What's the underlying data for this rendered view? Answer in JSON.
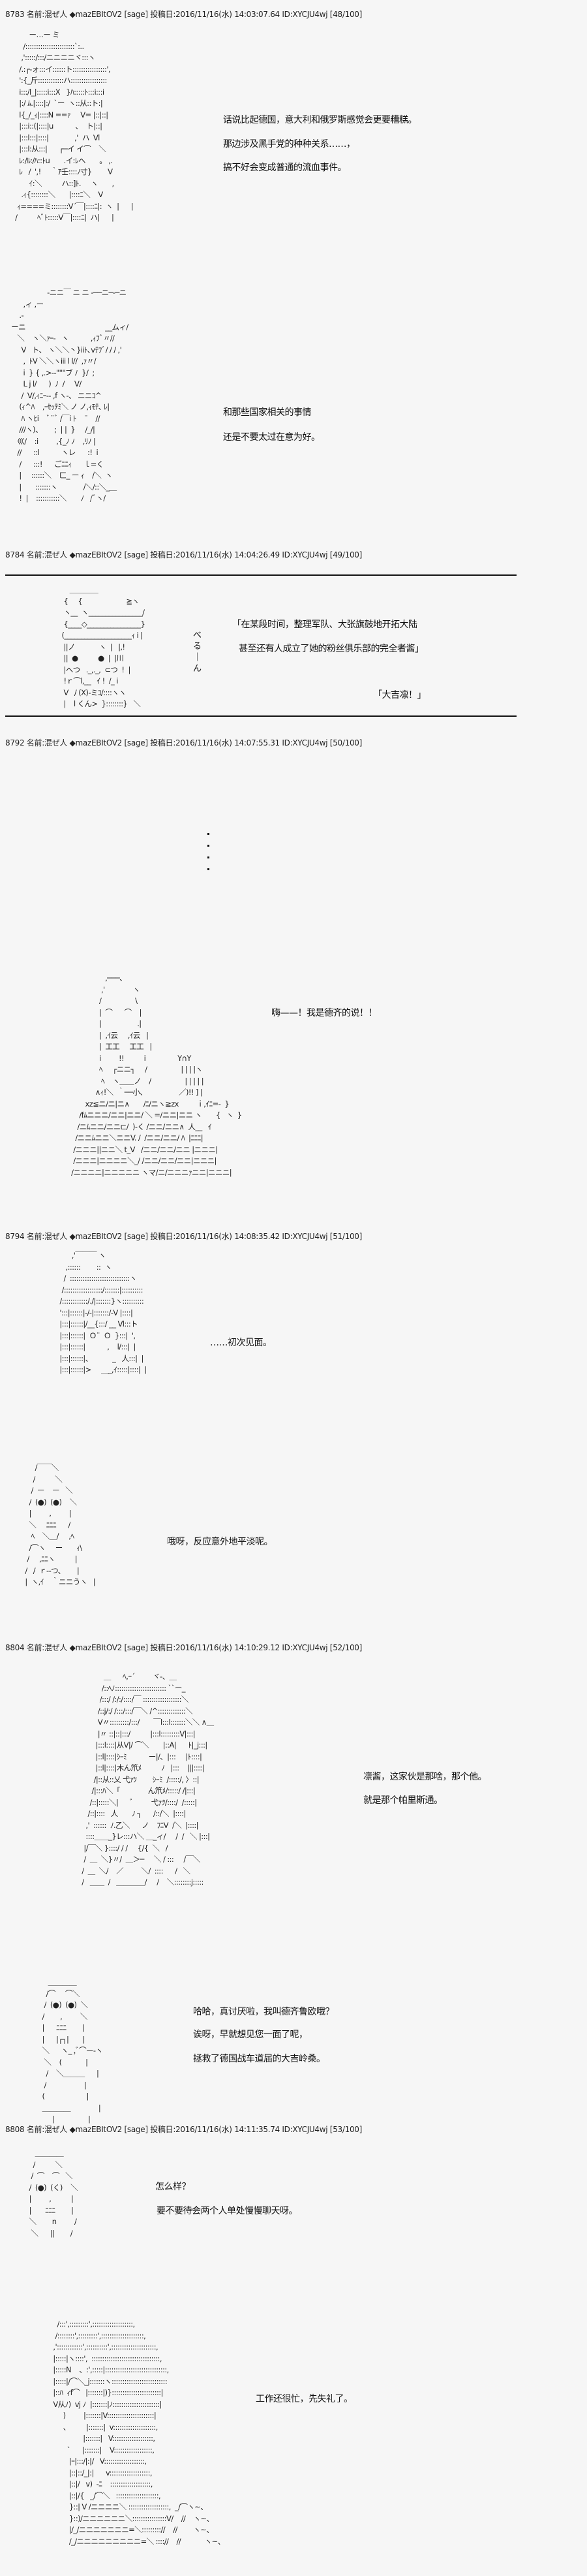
{
  "posts": [
    {
      "header": "8783 名前:混ぜ人 ◆mazEBItOV2 [sage] 投稿日:2016/11/16(水) 14:03:07.64 ID:XYCJU4wj [48/100]",
      "lines_a": [
        "话说比起德国，意大利和俄罗斯感觉会更要糟糕。",
        "那边涉及黑手党的种种关系……，",
        "搞不好会变成普通的流血事件。"
      ],
      "lines_b": [
        "和那些国家相关的事情",
        "还是不要太过在意为好。"
      ]
    },
    {
      "header": "8784 名前:混ぜ人 ◆mazEBItOV2 [sage] 投稿日:2016/11/16(水) 14:04:26.49 ID:XYCJU4wj [49/100]",
      "sfx": "べる｜ん",
      "lines": [
        "「在某段时间，整理军队、大张旗鼓地开拓大陆",
        "甚至还有人成立了她的粉丝俱乐部的完全者酱」",
        "「大吉凛！」"
      ]
    },
    {
      "header": "8792 名前:混ぜ人 ◆mazEBItOV2 [sage] 投稿日:2016/11/16(水) 14:07:55.31 ID:XYCJU4wj [50/100]",
      "lines": [
        "嗨——！我是德齐的说！！"
      ]
    },
    {
      "header": "8794 名前:混ぜ人 ◆mazEBItOV2 [sage] 投稿日:2016/11/16(水) 14:08:35.42 ID:XYCJU4wj [51/100]",
      "lines_a": [
        "……初次见面。"
      ],
      "lines_b": [
        "哦呀，反应意外地平淡呢。"
      ]
    },
    {
      "header": "8804 名前:混ぜ人 ◆mazEBItOV2 [sage] 投稿日:2016/11/16(水) 14:10:29.12 ID:XYCJU4wj [52/100]",
      "lines_a": [
        "凛酱，这家伙是那啥，那个他。",
        "就是那个帕里斯通。"
      ],
      "lines_b": [
        "哈哈，真讨厌啦，我叫德齐鲁欧哦？",
        "诶呀，早就想见您一面了呢，",
        "拯救了德国战车道届的大吉岭桑。"
      ]
    },
    {
      "header": "8808 名前:混ぜ人 ◆mazEBItOV2 [sage] 投稿日:2016/11/16(水) 14:11:35.74 ID:XYCJU4wj [53/100]",
      "lines_a": [
        "怎么样？",
        "要不要待会两个人单处慢慢聊天呀。"
      ],
      "lines_b": [
        "工作还很忙，先失礼了。"
      ]
    }
  ],
  "ascii_art": {
    "fig1": "          ー…ー ミ\n       /:::::::::::::::::::::::`:..\n      ,':::::/:::/ニニニニヾ:::ヽ\n     /.:┌‐ォ:::イ::::::ト::::::::::::::::',\n     ':{_斤::::::::::::ハ:::::::::::::::::\n     i:::/l_|:::::i:::X   }ﾊ:::::ﾄ:::i:::i\n     |:/ ﾑ.|::::|:/  `ー  ヽ::从::ト:|\n     l{_/_ｨ|::::N ==ｧ     V= |::|::|\n     |:::i::(|::::|u           、  ト|::|\n     |:::l:::|::::|             ,'  ハ  Vl\n     |:::l:从:::|      ┌─イ イ⌒    ＼\n     ﾚ:/ﾙ:/ﾊ::ﾄu       .イ:ﾚヘ       。 ,.\n     ﾚ   /  ',!     ｀ｱ壬::::ﾉ寸}        V\n          ｲ:＼          ハ::]ﾄ.     ヽ       ,\n      .ｨ{::::::::＼       |::::ﾆ＼    V\n    ｨ====ミ::::::::V´￣|::::ﾆ|:  ヽ  |      |\n   /          ﾍﾞﾄ:::::V￣|::::ﾆ|  ハ|      |",
    "fig2": "                     -ニニ￣ ニ ニ ‐──ニ─‐─ニ\n         ,ィ ,ー\n       .-\n   ーニ                                        __ムィ/\n      ＼    ヽ＼ｧｰ‐   ヽ           ,ｨﾌﾞ〃//\n        V   ト、 ヽ＼＼丶}iiﾄ､vﾃﾌﾞ/ / / ,'\n         ,  ﾄV ＼＼ヽiii l l//  ,ｧ〃/\n         i  } { ,.>‐‐\"\"\"ブ ﾉ  }/  ;\n         L j l/      )  ﾉ  /     V/\n        /  V/,ｨﾆｰ‐‐ ,f ヽ-、 ニニｺ^\n       (ｨ^ﾊ    ,ｰｾｯﾃﾐ＼ ノ ノ,ｨﾓﾃ､ ﾚ|\n        ﾊ ヽﾋi    ﾞ¨ﾞ /￣i ﾄ    ¨    //\n       ///ヽ)、      ;  | |  }     /_/|\n      巛/    :i         ,{_ﾉ ﾉ    ,ﾘﾉ |\n      //      ::l           ヽレ      :!  i\n       /      :::!      ごﾆﾆｨ      ｌ=く\n       |     ::::::＼    ㄈ_ ー ｨ    /＼  ヽ\n       |       :::::::ヽ             /＼/::＼_＿\n       !  |    :::::::::::＼       ﾉ   /ﾞヽ/",
    "fig3": "            ＿＿＿＿\n         {     {                      ≧ヽ\n         ヽ__  ヽ________________/\n         {____◇________________}\n        (____________________ｨ i |\n         ||ノ            ヽ  |   |,!\n         ||  ●          ●  |  |川\n         |ヘつ   ._,._,  ⊂つ  !  |\n         !ｒ⌒l,__   ｲ !  /_ i\n         V   / (X)-ミｺ/::::ヽヽ\n         |    l くん>  }::::::::}   ＼",
    "fig4": "                    ,───、\n                  ,'              ヽ\n                 /                 \\\n                 |  ⌒      ⌒    |\n                 |                  .|\n                 |  ,ｲ云     ,ｲ云   |\n                 |  工工     工工   |\n                 i         !!          i                Y∩Y\n                 ﾍ     ┌ニニ┐     /                 | | | |ヽ\n                  ﾍ    ヽ＿＿ノ    /                 | | | | |\n               ∧ｨ!＼  ｀──小、                ／)!! ] |\n          xz≦ニ/ニ|ニ∧       /ﾆ/ニヽ≧zx         ｉ,ｲﾆ=-  }\n       /fﾑニニニ/ニニ|ニニ/ ＼ =/ニニ|ニニ ヽ       {   ヽ  }\n      /ニﾑニニ/ニニ⊏/  )-く /ニニ/ニニ∧  人__   ｲ\n     /ニニﾑニニ＼ニニV. /  /ニニ/ニニ/ ﾊ  |ﾆﾆﾆ|\n    /ニニニ||ニニ＼ t_V   /ニニ/ニニ/ニニ |ニニニ|\n    /ニニニ|ニニニニ＼_/ /ニニ/ニニ/ニニ|ニニニ|\n   /ニニニニ|ニニニニニ ヽマ/ニ/ニニニｧニニ|ニニニ|",
    "fig5": "             ,'￣￣￣ ヽ\n          ,::::::        ::  ヽ\n         /  ::::::::::::::::::::::::::::ヽ\n        /::::::::::::::::::/:::::::|::::::::::\n       /::::::::::::/./|:::::::}ヽ::::::::::\n       ':::|::::::|-/-|:::::::/-V |::::|\n       |:::|::::::|/__{:::/ __ Vl:::ト\n       |:::|::::::|  Ｏ¨  Ｏ  }:::|  ',\n       |:::|::::::|           ,    l/:::|  |\n       |:::|::::::|、          _   人:::|  |\n       |:::|::::::|>     ＿_,ｲ:::::|::::|  |",
    "fig6": "           /￣￣＼\n          /          ＼\n         /  ー    ー   ＼\n        /  (●)  (●)    ＼\n        |         ,         |\n        ＼     ﾆﾆﾆ      /\n         ﾍ    ＼＿/     ,ﾍ\n        /⌒ヽ     ー       ｨ\\\n       /     ,ﾆﾆヽ          |\n      /   /  ｒ‐‐つ、      |\n      |  ヽ,ｲ    ｀ニニうヽ   |",
    "fig7": "                ＿      ﾍ,ｰ´         ヾ-、＿\n               /::ﾍﾉ:::::::::::::::::::::::: ``ー_\n              /:::/ /:/:/::::/￣ ::::::::::::::::::＼\n             /::j/:/ /:::/:::/￣＼ /^:::::::::::::＼\n             V〃:::::::::/:::/       ￣l:::l:::::::＼＼ ∧＿\n             |〃 ::|::|:::/          |:::l:::::::::V|:::|\n            |:::l::::|从V|/ ⌒＼       |::A|      ﾄ|_j:::|\n            |::l|::::|ｼｰﾐ           ー|/、|:::     |ﾄ::::|\n            |::l|::::|木ん笊ﾒ          ﾉ   |:::    |||::::|\n           /|::从::乂 弋ｧﾂ        ｼｰﾐ  /:::::/, 〉::|\n          /|:::ﾊ＼「              ん笊ﾒ/:::::/ /|:::|\n         /::|:::::＼|      ﾞ         弋ｧﾂ/::::/  /:::::|\n        /::|::::   人       ﾉ ┐      /::/＼  |::::|\n       ,'  ::::::  ﾉ.乙＼      ノ    ﾌﾆV  /＼  |::::|\n       ::::＿＿_}レ:::ハ＼ ＿_ィ/     /  /   ＼ |:::|\n      |/￣＼ }::::/ / /     {/{  ＼   /           \n      /  ＿  ＼}〃/  ＿＞─     ＼ / :::     /￣＼\n     /  ＿  ＼/    ／         ＼/  ::::      /   ＼\n     /   ＿＿  /   ＿＿＿＿/     /    ＼::::::::j:::::",
    "fig8": "           ＿＿＿＿\n          /⌒     ⌒＼\n         /  (●)  (●)  ＼\n        /        ,         ＼\n        |      ﾆﾆﾆ        |\n        |      |┌┐|       |\n        ＼      ヽ_ ,ﾞ⌒ー‐ヽ\n         ＼    (            |\n          /    ＼＿＿＿      |\n         /                   |\n        (                     |\n        ＿＿＿＿              |\n             |                 |",
    "fig9": "           ＿＿＿＿\n          /          ＼\n         /  ⌒    ⌒   ＼\n        /  (●)  (く)    ＼\n        |         ,          |\n        |       ﾆﾆﾆ        |\n        ＼        n         /\n         ＼      ||        /",
    "fig10": "         /:::',:::::::::',:::::::::::::::::::,\n        /::::::::',:::::::::',::::::::::::::::::::,\n       ,'::::::::::::',::::::::::',:::::::::::::::::::::,\n       |:::::|ヽ::::',  ::::::::::::::::::::::::::::::::,\n       |:::::N    、:',:::::|:::::::::::::::::::::::::::::,\n       |:::::|/⌒＼_j:::::::ヽ::::::::::::::::::::::::::\n       |::ﾊ  ｨf⌒   |:::::::|)}:::::::::::::::::::::::|\n       V从ﾉ)  vj ﾉ  |:::::::|ﾉ::::::::::::::::::::::|\n            )         |:::::::|V::::::::::::::::::::::|\n            、        |:::::::|  v::::::::::::::::::::,\n                      |:::::::|   V:::::::::::::::::::,\n              `      |:::::::|    V::::::::::::::::::,\n               |ｰ|:::/|:|/   V:::::::::::::::::::,\n               |::|::/_|:|      v:::::::::::::::::::,\n               |::|/   v)  -ﾆ    :::::::::::::::::::,\n               |::|/{   _/⌒＼   ::::::::::::::::::::,\n               }::| V /ニニニニ＼ :::::::::::::::::::,  _/⌒ヽ~、\n               }::)/ニニニニニニ＼::::::::::::::::V/    //    ヽ~、\n               |/_/ニニニニニニニ=＼::::::::://    //        ヽ~、\n               /_/ニニニニニニニニニ=＼ :::://    //            ヽ~、"
  },
  "colors": {
    "background": "#f6f6f6",
    "text": "#111111"
  }
}
